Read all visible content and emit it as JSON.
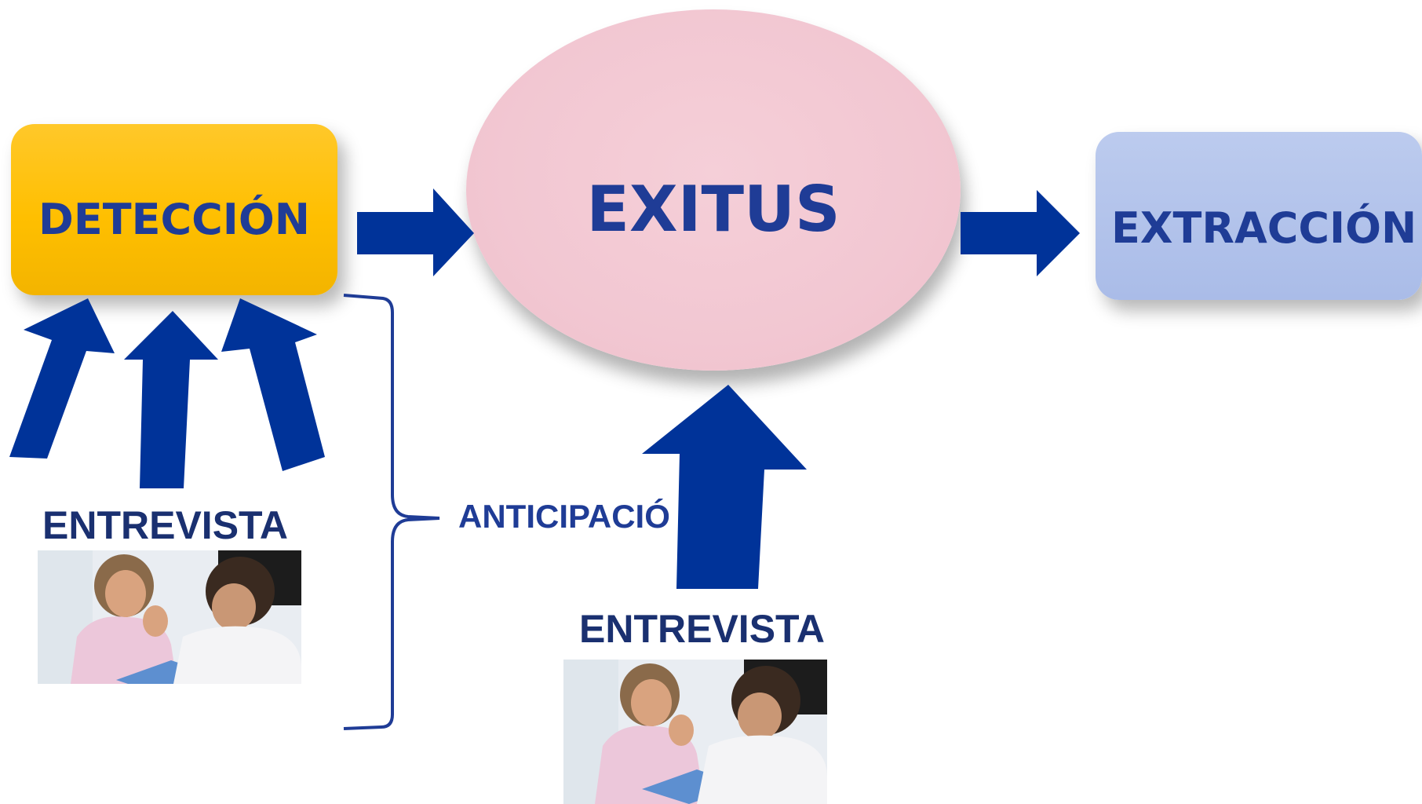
{
  "nodes": {
    "detection": "DETECCIÓN",
    "exitus": "EXITUS",
    "extraction": "EXTRACCIÓN"
  },
  "labels": {
    "interview_left": "ENTREVISTA",
    "interview_center": "ENTREVISTA",
    "anticipation": "ANTICIPACIÓ"
  },
  "colors": {
    "arrow": "#003399",
    "detection_fill": "#ffc000",
    "exitus_fill": "#f2c7d2",
    "extraction_fill": "#b0c1ea",
    "text": "#1f3c96"
  }
}
